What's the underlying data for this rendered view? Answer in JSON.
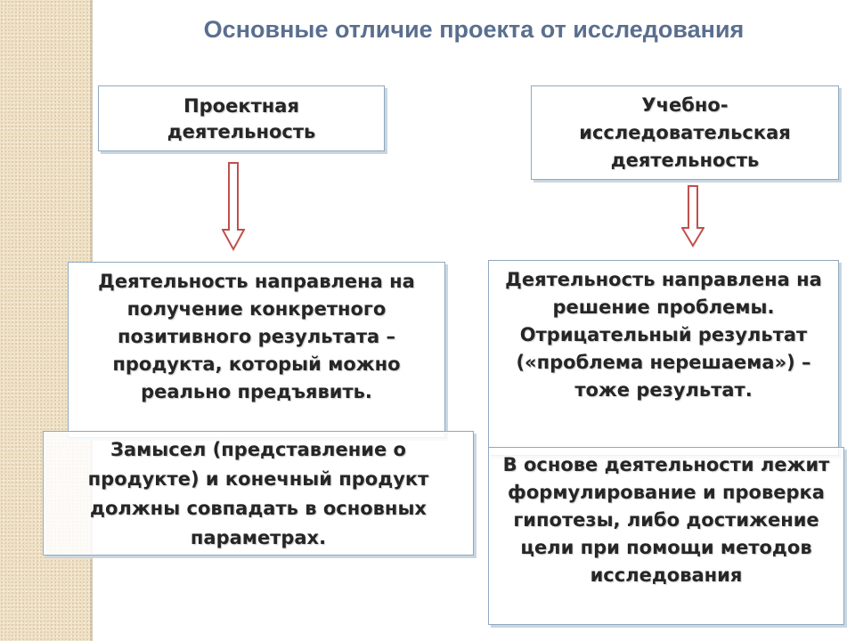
{
  "slide": {
    "title": "Основные отличие проекта от исследования"
  },
  "left": {
    "header": "Проектная деятельность",
    "box1": "Деятельность направлена на получение конкретного позитивного результата – продукта, который можно реально предъявить.",
    "box2": "Замысел (представление о продукте) и конечный продукт должны совпадать в основных параметрах."
  },
  "right": {
    "header": "Учебно-исследовательская деятельность",
    "box1": "Деятельность направлена на решение проблемы. Отрицательный результат («проблема нерешаема») – тоже результат.",
    "box2": "В основе деятельности лежит формулирование и проверка гипотезы, либо достижение цели при помощи методов исследования"
  },
  "colors": {
    "title": "#5a6f8f",
    "arrow_stroke": "#c0504d",
    "box_border": "#8fa9bf",
    "side_strip": "#efe1c6"
  }
}
